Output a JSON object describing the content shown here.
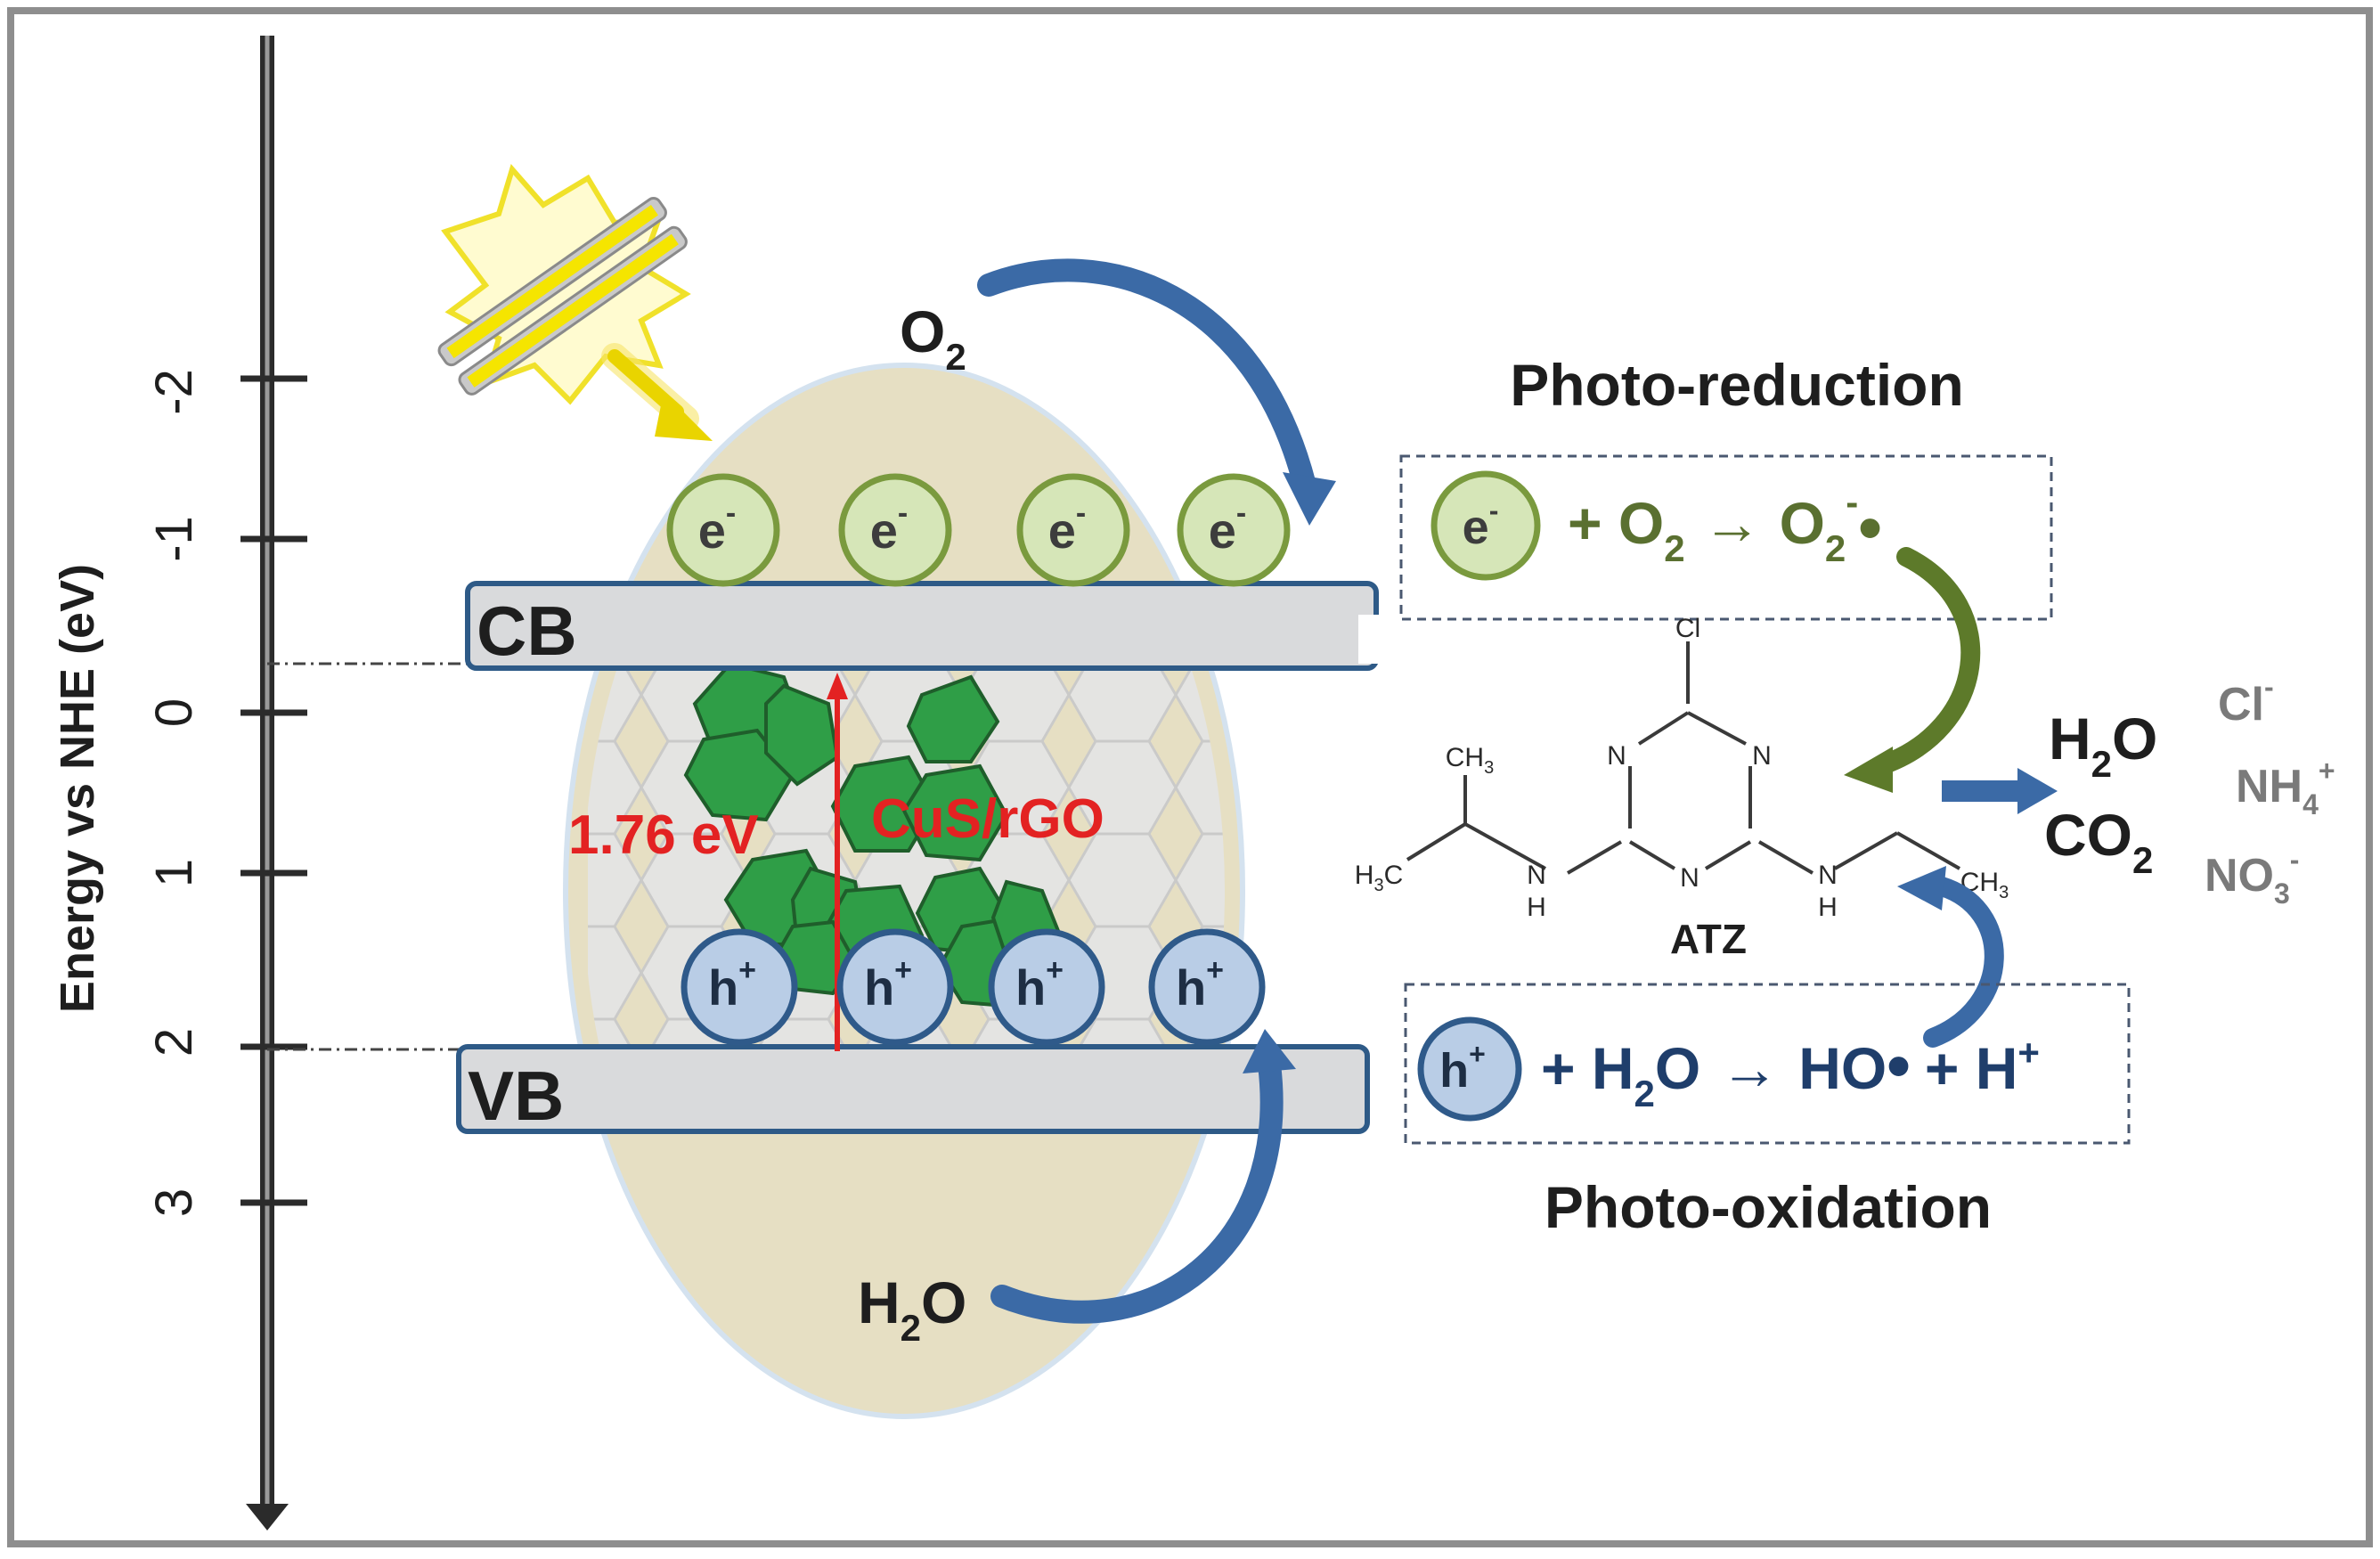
{
  "axis": {
    "label": "Energy vs NHE (eV)",
    "ticks": [
      "-2",
      "-1",
      "0",
      "1",
      "2",
      "3"
    ]
  },
  "bands": {
    "cb": "CB",
    "vb": "VB"
  },
  "gap": {
    "value": "1.76 eV",
    "material": "CuS/rGO"
  },
  "carriers": {
    "electron": "e",
    "electron_sup": "-",
    "hole": "h",
    "hole_sup": "+"
  },
  "reactants": {
    "o2_main": "O",
    "o2_sub": "2",
    "h2o_h": "H",
    "h2o_sub": "2",
    "h2o_o": "O"
  },
  "photo_reduction": {
    "title": "Photo-reduction",
    "eq_part1": "+ O",
    "eq_sub1": "2",
    "eq_arrow": "→",
    "eq_part2": "O",
    "eq_sub2": "2",
    "eq_sup2": "-",
    "eq_dot": "•"
  },
  "photo_oxidation": {
    "title": "Photo-oxidation",
    "eq_part1": "+ H",
    "eq_sub1": "2",
    "eq_part1b": "O",
    "eq_arrow": "→",
    "eq_part2": "HO",
    "eq_dot": "•",
    "eq_part3": "+ H",
    "eq_sup3": "+"
  },
  "molecule": {
    "name": "ATZ",
    "cl": "Cl",
    "n": "N",
    "nh": "N",
    "h": "H",
    "ch3": "CH",
    "ch3_sub": "3",
    "h3c_h": "H",
    "h3c_sub": "3",
    "h3c_c": "C"
  },
  "products": {
    "h2o_h": "H",
    "h2o_sub": "2",
    "h2o_o": "O",
    "co2_c": "CO",
    "co2_sub": "2",
    "cl": "Cl",
    "cl_sup": "-",
    "nh4": "NH",
    "nh4_sub": "4",
    "nh4_sup": "+",
    "no3": "NO",
    "no3_sub": "3",
    "no3_sup": "-"
  },
  "colors": {
    "electron_fill": "#d6e6b8",
    "electron_stroke": "#7a9a3e",
    "hole_fill": "#b9cde6",
    "hole_stroke": "#2f5a8a",
    "band_fill": "#d9dadc",
    "band_stroke": "#2e5a87",
    "particle_fill": "#e8e2c8",
    "gap_red": "#e32222",
    "reduction_text": "#5a7030",
    "oxidation_text": "#1f3e6b",
    "arrow_blue": "#3b6aa6",
    "arrow_green": "#5d7a2a",
    "grey_text": "#7a7a7a"
  }
}
